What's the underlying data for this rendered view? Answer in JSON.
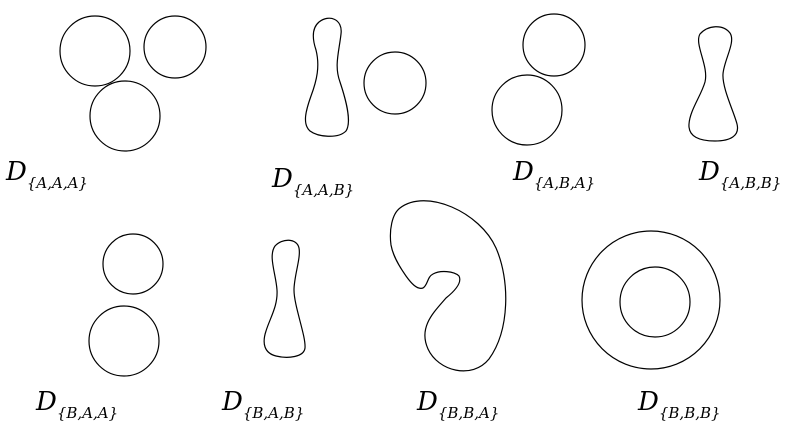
{
  "diagrams": [
    {
      "letter": "D",
      "subscript": "{A,A,A}"
    },
    {
      "letter": "D",
      "subscript": "{A,A,B}"
    },
    {
      "letter": "D",
      "subscript": "{A,B,A}"
    },
    {
      "letter": "D",
      "subscript": "{A,B,B}"
    },
    {
      "letter": "D",
      "subscript": "{B,A,A}"
    },
    {
      "letter": "D",
      "subscript": "{B,A,B}"
    },
    {
      "letter": "D",
      "subscript": "{B,B,A}"
    },
    {
      "letter": "D",
      "subscript": "{B,B,B}"
    }
  ]
}
